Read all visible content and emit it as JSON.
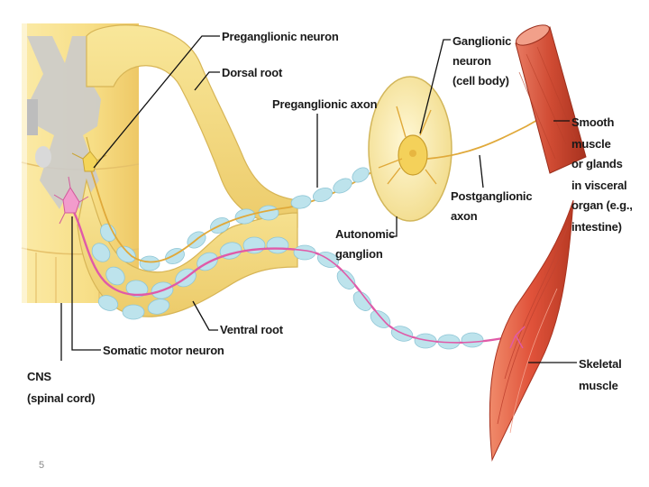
{
  "slide": {
    "page_number": "5"
  },
  "labels": {
    "preganglionic_neuron": "Preganglionic neuron",
    "dorsal_root": "Dorsal root",
    "preganglionic_axon": "Preganglionic axon",
    "ganglionic_neuron": [
      "Ganglionic",
      "neuron",
      "(cell body)"
    ],
    "smooth_muscle": [
      "Smooth",
      "muscle",
      "or glands",
      "in visceral",
      "organ (e.g.,",
      "intestine)"
    ],
    "postganglionic_axon": [
      "Postganglionic",
      "axon"
    ],
    "autonomic_ganglion": [
      "Autonomic",
      "ganglion"
    ],
    "ventral_root": "Ventral root",
    "somatic_motor_neuron": "Somatic motor neuron",
    "cns": [
      "CNS",
      "(spinal cord)"
    ],
    "skeletal_muscle": [
      "Skeletal",
      "muscle"
    ]
  },
  "colors": {
    "spinal_cord": "#f9e79a",
    "gray_matter": "#c9c9c9",
    "nerve": "#f4dc7e",
    "myelin": "#bde3ec",
    "somatic_axon": "#e05aa8",
    "autonomic_axon": "#e0a93a",
    "smooth_muscle": "#d9563b",
    "skeletal_muscle": "#e4583a"
  }
}
